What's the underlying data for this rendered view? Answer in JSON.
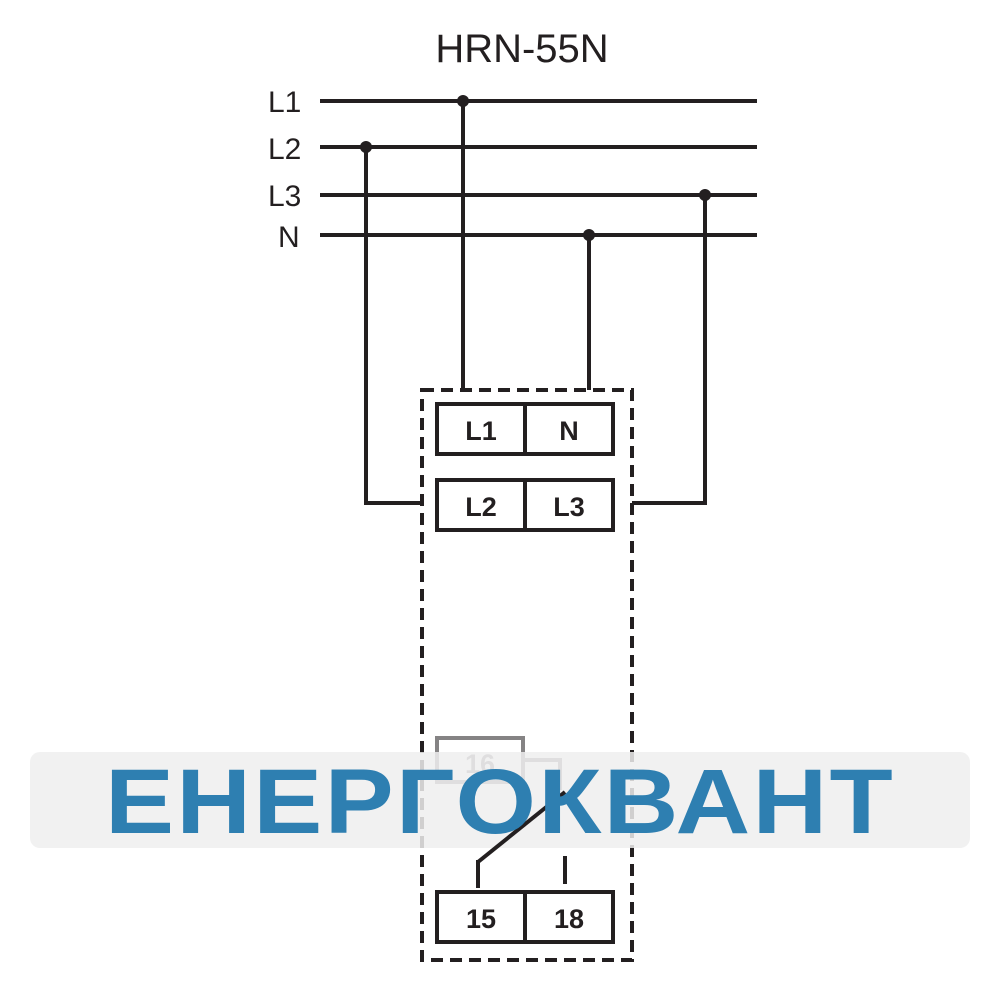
{
  "diagram": {
    "title": "HRN-55N",
    "bus_labels": [
      "L1",
      "L2",
      "L3",
      "N"
    ],
    "terminals": {
      "row1": [
        "L1",
        "N"
      ],
      "row2": [
        "L2",
        "L3"
      ],
      "relay_top": "16",
      "row3": [
        "15",
        "18"
      ]
    }
  },
  "watermark": {
    "text": "ЕНЕРГОКВАНТ",
    "color": "#2e7fb1"
  }
}
